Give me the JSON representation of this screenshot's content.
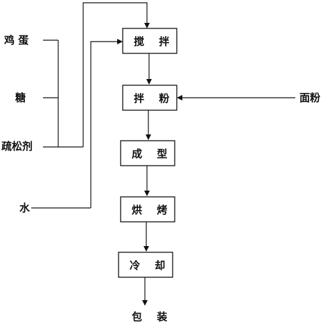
{
  "inputs": {
    "egg": "鸡 蛋",
    "sugar": "糖",
    "leavening_agent": "疏松剂",
    "water": "水",
    "flour": "面粉"
  },
  "steps": [
    {
      "id": "stirring",
      "label": "搅 拌"
    },
    {
      "id": "flour-mixing",
      "label": "拌 粉"
    },
    {
      "id": "forming",
      "label": "成 型"
    },
    {
      "id": "baking",
      "label": "烘 烤"
    },
    {
      "id": "cooling",
      "label": "冷 却"
    }
  ],
  "output": "包 装"
}
